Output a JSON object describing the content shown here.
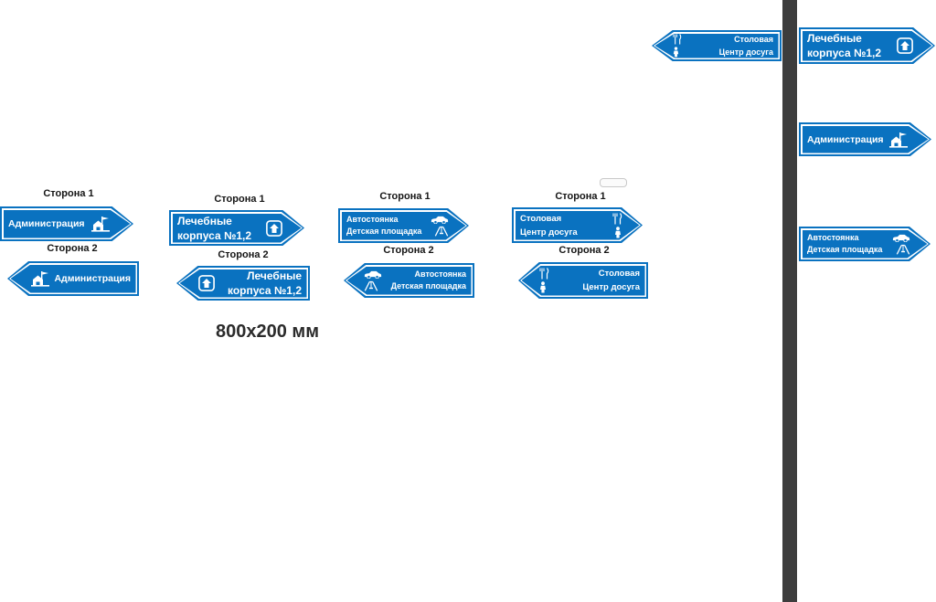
{
  "labels": {
    "side1": "Сторона 1",
    "side2": "Сторона 2",
    "dimension": "800x200 мм"
  },
  "signs": {
    "admin": "Администрация",
    "medical_line1": "Лечебные",
    "medical_line2": "корпуса №1,2",
    "parking": "Автостоянка",
    "playground": "Детская площадка",
    "canteen": "Столовая",
    "leisure": "Центр досуга"
  },
  "icons": {
    "admin": "building-flag-icon",
    "medical": "building-entrance-icon",
    "parking": "car-icon",
    "playground": "swing-icon",
    "canteen": "cutlery-icon",
    "leisure": "person-icon"
  },
  "colors": {
    "sign_blue": "#0a72c0",
    "pole": "#3d3d3d"
  }
}
